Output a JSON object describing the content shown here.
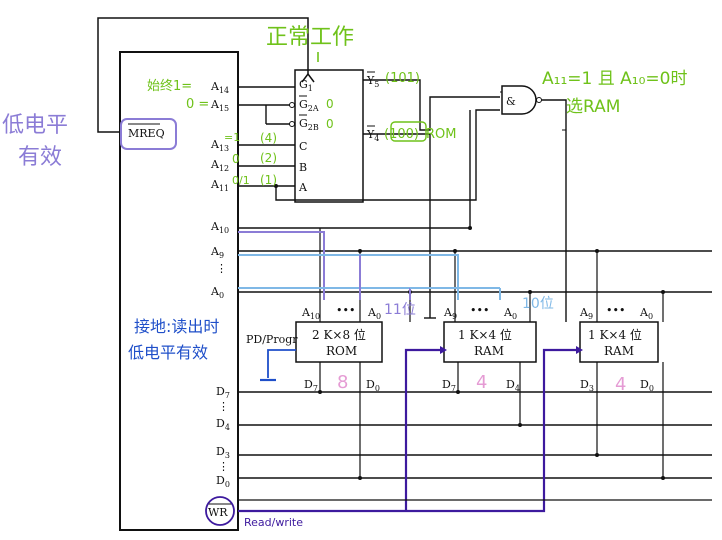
{
  "cpu": {
    "mreq": "MREQ",
    "a14": "A",
    "a14_sub": "14",
    "a15": "A",
    "a15_sub": "15",
    "a13": "A",
    "a13_sub": "13",
    "a12": "A",
    "a12_sub": "12",
    "a11": "A",
    "a11_sub": "11",
    "a10": "A",
    "a10_sub": "10",
    "a9": "A",
    "a9_sub": "9",
    "a0": "A",
    "a0_sub": "0",
    "d7": "D",
    "d7_sub": "7",
    "d4": "D",
    "d4_sub": "4",
    "d3": "D",
    "d3_sub": "3",
    "d0": "D",
    "d0_sub": "0",
    "wr": "WR"
  },
  "decoder": {
    "g1": "G",
    "g1_sub": "1",
    "g2a": "G",
    "g2a_sub": "2A",
    "g2b": "G",
    "g2b_sub": "2B",
    "c": "C",
    "b": "B",
    "a": "A",
    "y5": "Y",
    "y5_sub": "5",
    "y4": "Y",
    "y4_sub": "4"
  },
  "and_gate": {
    "symbol": "&"
  },
  "chips": {
    "rom": {
      "title": "2 K×8 位",
      "name": "ROM",
      "pin_left": "PD/Progr",
      "a_high": "A",
      "a_high_sub": "10",
      "a_low": "A",
      "a_low_sub": "0",
      "dots": "•••",
      "d_high": "D",
      "d_high_sub": "7",
      "d_low": "D",
      "d_low_sub": "0"
    },
    "ram1": {
      "title": "1 K×4 位",
      "name": "RAM",
      "a_high": "A",
      "a_high_sub": "9",
      "a_low": "A",
      "a_low_sub": "0",
      "dots": "•••",
      "d_high": "D",
      "d_high_sub": "7",
      "d_low": "D",
      "d_low_sub": "4"
    },
    "ram2": {
      "title": "1 K×4 位",
      "name": "RAM",
      "a_high": "A",
      "a_high_sub": "9",
      "a_low": "A",
      "a_low_sub": "0",
      "dots": "•••",
      "d_high": "D",
      "d_high_sub": "3",
      "d_low": "D",
      "d_low_sub": "0"
    }
  },
  "annotations": {
    "normal_work": "正常工作",
    "always_one": "始终1=",
    "zero_eq": "0 =",
    "low_level_active": "低电平",
    "low_level_active2": "有效",
    "a13_eq": "=1",
    "n14": "(4)",
    "n12": "(2)",
    "a12_zero": "0",
    "a11_val": "0/1",
    "n11": "(1)",
    "g2a_zero": "0",
    "g2b_zero": "0",
    "y5_code": "(101)",
    "y4_code": "(100)",
    "y4_rom": "ROM",
    "sel_ram_line1": "A₁₁=1 且 A₁₀=0时",
    "sel_ram_line2": "选RAM",
    "rom_bits": "11位",
    "ram_bits": "10位",
    "ground_note1": "接地:读出时",
    "ground_note2": "低电平有效",
    "rom_8": "8",
    "ram1_4": "4",
    "ram2_4": "4",
    "read_write": "Read/write"
  },
  "colors": {
    "green": "#6fc21a",
    "purple": "#8b7cd6",
    "dark_purple": "#3d1a9e",
    "blue": "#1f4fc9",
    "light_blue": "#7fb8e6",
    "pink": "#e59bd4",
    "ink": "#111111"
  }
}
